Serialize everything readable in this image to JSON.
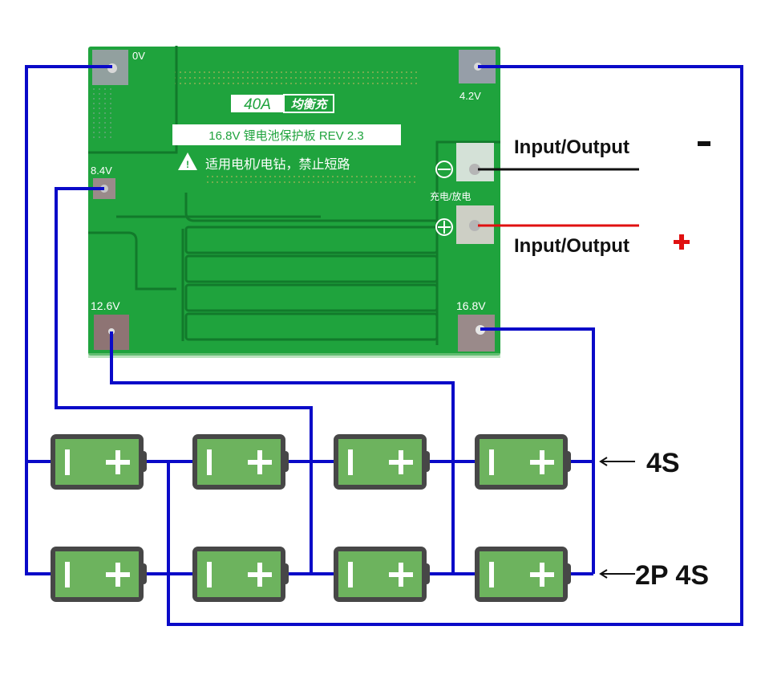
{
  "board": {
    "badge_current": "40A",
    "badge_mode": "均衡充",
    "title": "16.8V 锂电池保护板 REV 2.3",
    "warning": "适用电机/电钻，禁止短路",
    "charge_discharge": "充电/放电",
    "pads": {
      "p0": "0V",
      "p1": "4.2V",
      "p2": "8.4V",
      "p3": "12.6V",
      "p4": "16.8V"
    },
    "colors": {
      "pcb": "#1fa33d",
      "pcb_dark": "#127a2b",
      "pad": "#9a8a8a"
    }
  },
  "labels": {
    "io_negative": "Input/Output",
    "io_negative_sign": "-",
    "io_positive": "Input/Output",
    "io_positive_sign": "+",
    "config_4s": "4S",
    "config_2p4s": "2P 4S"
  },
  "battery": {
    "minus_symbol": "I",
    "plus_symbol": "+",
    "rows": 2,
    "per_row": 4,
    "colors": {
      "fill": "#6db35e",
      "frame": "#474747",
      "symbol": "#ffffff"
    }
  },
  "wire_colors": {
    "balance": "#0a0ac8",
    "negative": "#111111",
    "positive": "#e01010"
  }
}
